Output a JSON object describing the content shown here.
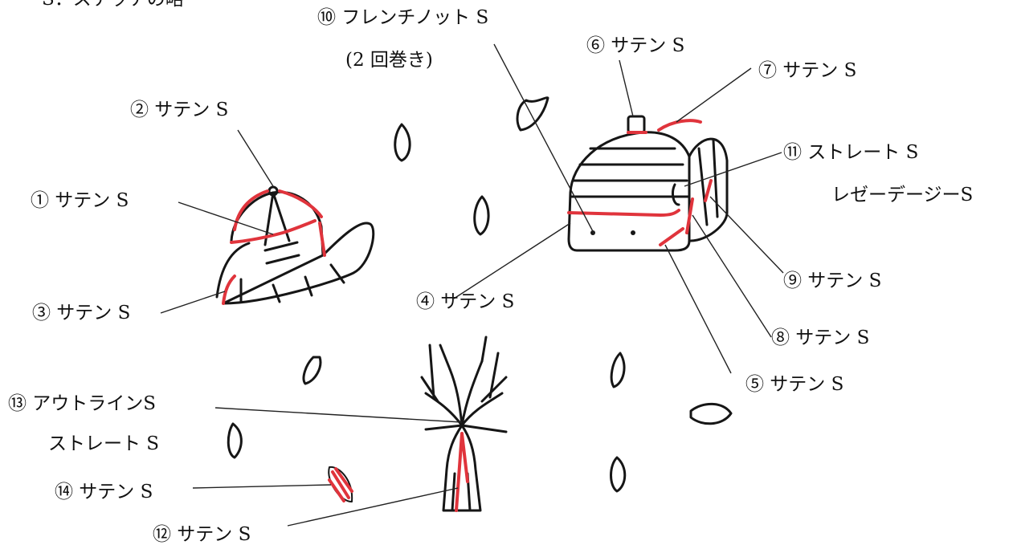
{
  "header_partial": "S：ステッチの略",
  "labels": {
    "l1": "① サテン S",
    "l2": "② サテン S",
    "l3": "③ サテン S",
    "l4": "④ サテン S",
    "l5": "⑤ サテン S",
    "l6": "⑥ サテン S",
    "l7": "⑦ サテン S",
    "l8": "⑧ サテン S",
    "l9": "⑨ サテン S",
    "l10_line1": "⑩ フレンチノット S",
    "l10_line2": "(2 回巻き)",
    "l11_line1": "⑪ ストレート S",
    "l11_line2": "レゼーデージーS",
    "l12": "⑫ サテン S",
    "l13_line1": "⑬ アウトラインS",
    "l13_line2": "ストレート S",
    "l14": "⑭ サテン S"
  },
  "colors": {
    "ink": "#161616",
    "accent_red": "#e0343c"
  }
}
